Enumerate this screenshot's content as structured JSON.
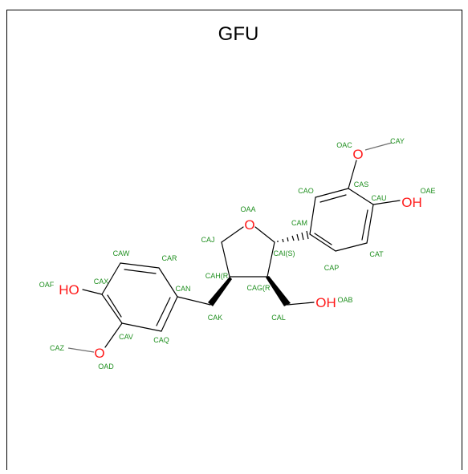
{
  "title": "GFU",
  "colors": {
    "atom_label": "#1f8f1f",
    "heteroatom": "#ff1a1a",
    "bond": "#000000",
    "frame": "#000000"
  },
  "heteroatoms": {
    "oaa": "O",
    "oac": "O",
    "oae": "OH",
    "oab": "OH",
    "oaf": "HO",
    "oad": "O"
  },
  "atom_labels": {
    "OAC": "OAC",
    "CAY": "CAY",
    "CAO": "CAO",
    "CAS": "CAS",
    "CAU": "CAU",
    "OAE": "OAE",
    "OAA": "OAA",
    "CAM": "CAM",
    "CAJ": "CAJ",
    "CAI": "CAI(S)",
    "CAT": "CAT",
    "CAP": "CAP",
    "CAW": "CAW",
    "CAR": "CAR",
    "CAH": "CAH(R",
    "CAX": "CAX",
    "OAF": "OAF",
    "CAN": "CAN",
    "CAG": "CAG(R",
    "OAB": "OAB",
    "CAK": "CAK",
    "CAL": "CAL",
    "CAV": "CAV",
    "CAQ": "CAQ",
    "CAZ": "CAZ",
    "OAD": "OAD"
  }
}
